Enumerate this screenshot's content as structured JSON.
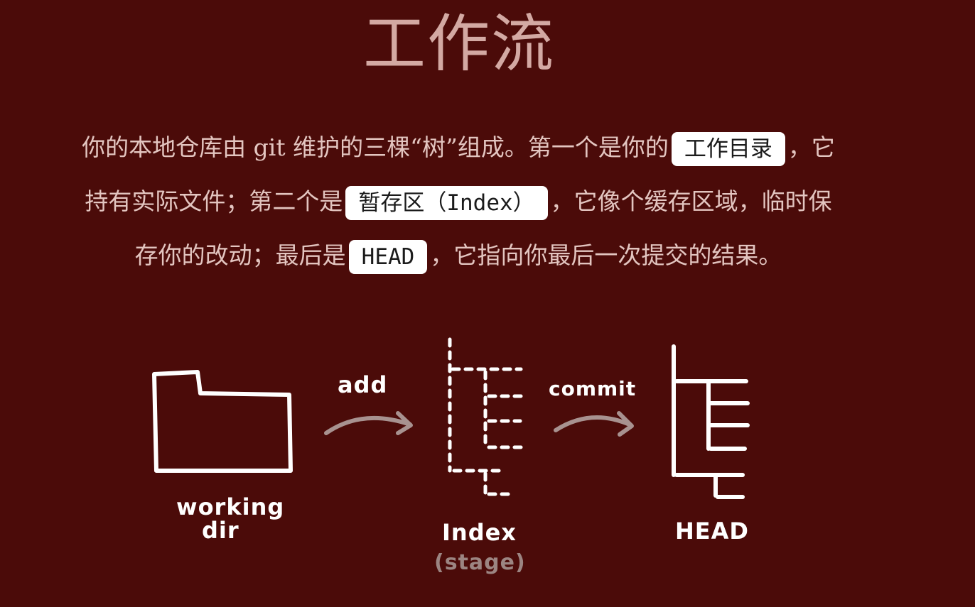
{
  "header": {
    "title": "工作流"
  },
  "intro": {
    "line1_part1": "你的本地仓库由 git 维护的三棵“树”组成。第一个是你的",
    "chip_working_dir": "工作目录",
    "line1_part2": "，它",
    "line2_part1": "持有实际文件；第二个是",
    "chip_index": "暂存区（Index）",
    "line2_part2": "，它像个缓存区域，临时保",
    "line3_part1": "存你的改动；最后是",
    "chip_head": "HEAD",
    "line3_part2": "，它指向你最后一次提交的结果。"
  },
  "diagram": {
    "working_dir_label_1": "working",
    "working_dir_label_2": "dir",
    "add_label": "add",
    "index_label": "Index",
    "index_sublabel": "(stage)",
    "commit_label": "commit",
    "head_label": "HEAD",
    "colors": {
      "stroke": "#ffffff",
      "arrow": "#a89290",
      "background": "#4b0b09",
      "title": "#d3a9a3"
    }
  }
}
